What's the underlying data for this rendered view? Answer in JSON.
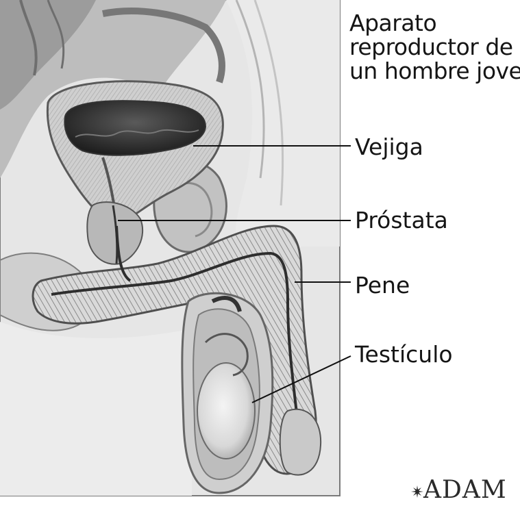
{
  "title": {
    "line1": "Aparato",
    "line2": "reproductor de",
    "line3": "un hombre joven"
  },
  "labels": {
    "vejiga": "Vejiga",
    "prostata": "Próstata",
    "pene": "Pene",
    "testiculo": "Testículo"
  },
  "logo": "ADAM"
}
